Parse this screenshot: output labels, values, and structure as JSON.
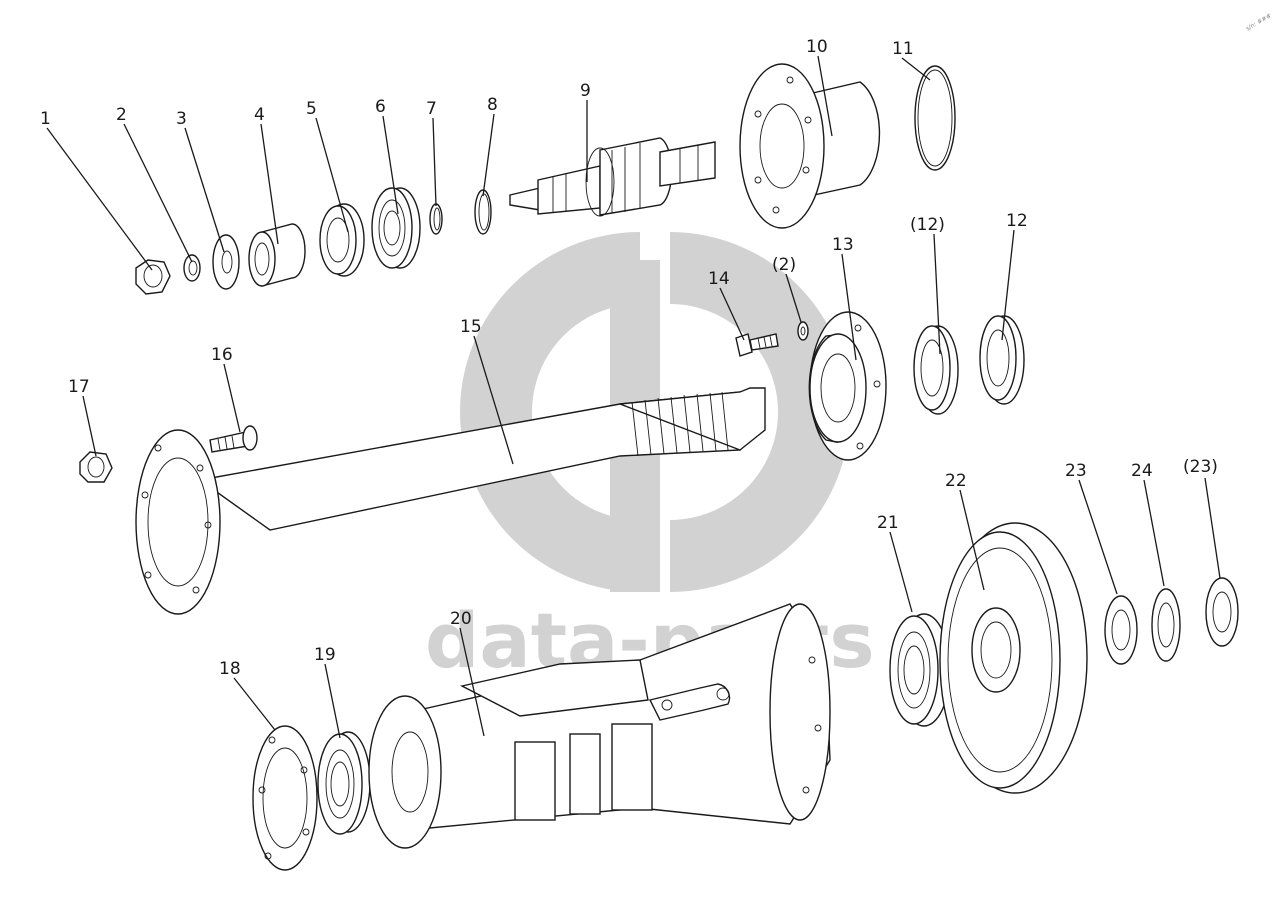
{
  "watermark": {
    "text": "data-parts",
    "color": "#d2d2d2"
  },
  "corner_mark": "s/n: ###",
  "callouts": [
    {
      "id": "c1",
      "label": "1"
    },
    {
      "id": "c2",
      "label": "2"
    },
    {
      "id": "c3",
      "label": "3"
    },
    {
      "id": "c4",
      "label": "4"
    },
    {
      "id": "c5",
      "label": "5"
    },
    {
      "id": "c6",
      "label": "6"
    },
    {
      "id": "c7",
      "label": "7"
    },
    {
      "id": "c8",
      "label": "8"
    },
    {
      "id": "c9",
      "label": "9"
    },
    {
      "id": "c10",
      "label": "10"
    },
    {
      "id": "c11",
      "label": "11"
    },
    {
      "id": "c12p",
      "label": "(12)"
    },
    {
      "id": "c12",
      "label": "12"
    },
    {
      "id": "c13",
      "label": "13"
    },
    {
      "id": "c2p",
      "label": "(2)"
    },
    {
      "id": "c14",
      "label": "14"
    },
    {
      "id": "c15",
      "label": "15"
    },
    {
      "id": "c16",
      "label": "16"
    },
    {
      "id": "c17",
      "label": "17"
    },
    {
      "id": "c18",
      "label": "18"
    },
    {
      "id": "c19",
      "label": "19"
    },
    {
      "id": "c20",
      "label": "20"
    },
    {
      "id": "c21",
      "label": "21"
    },
    {
      "id": "c22",
      "label": "22"
    },
    {
      "id": "c23",
      "label": "23"
    },
    {
      "id": "c24",
      "label": "24"
    },
    {
      "id": "c23p",
      "label": "(23)"
    }
  ]
}
